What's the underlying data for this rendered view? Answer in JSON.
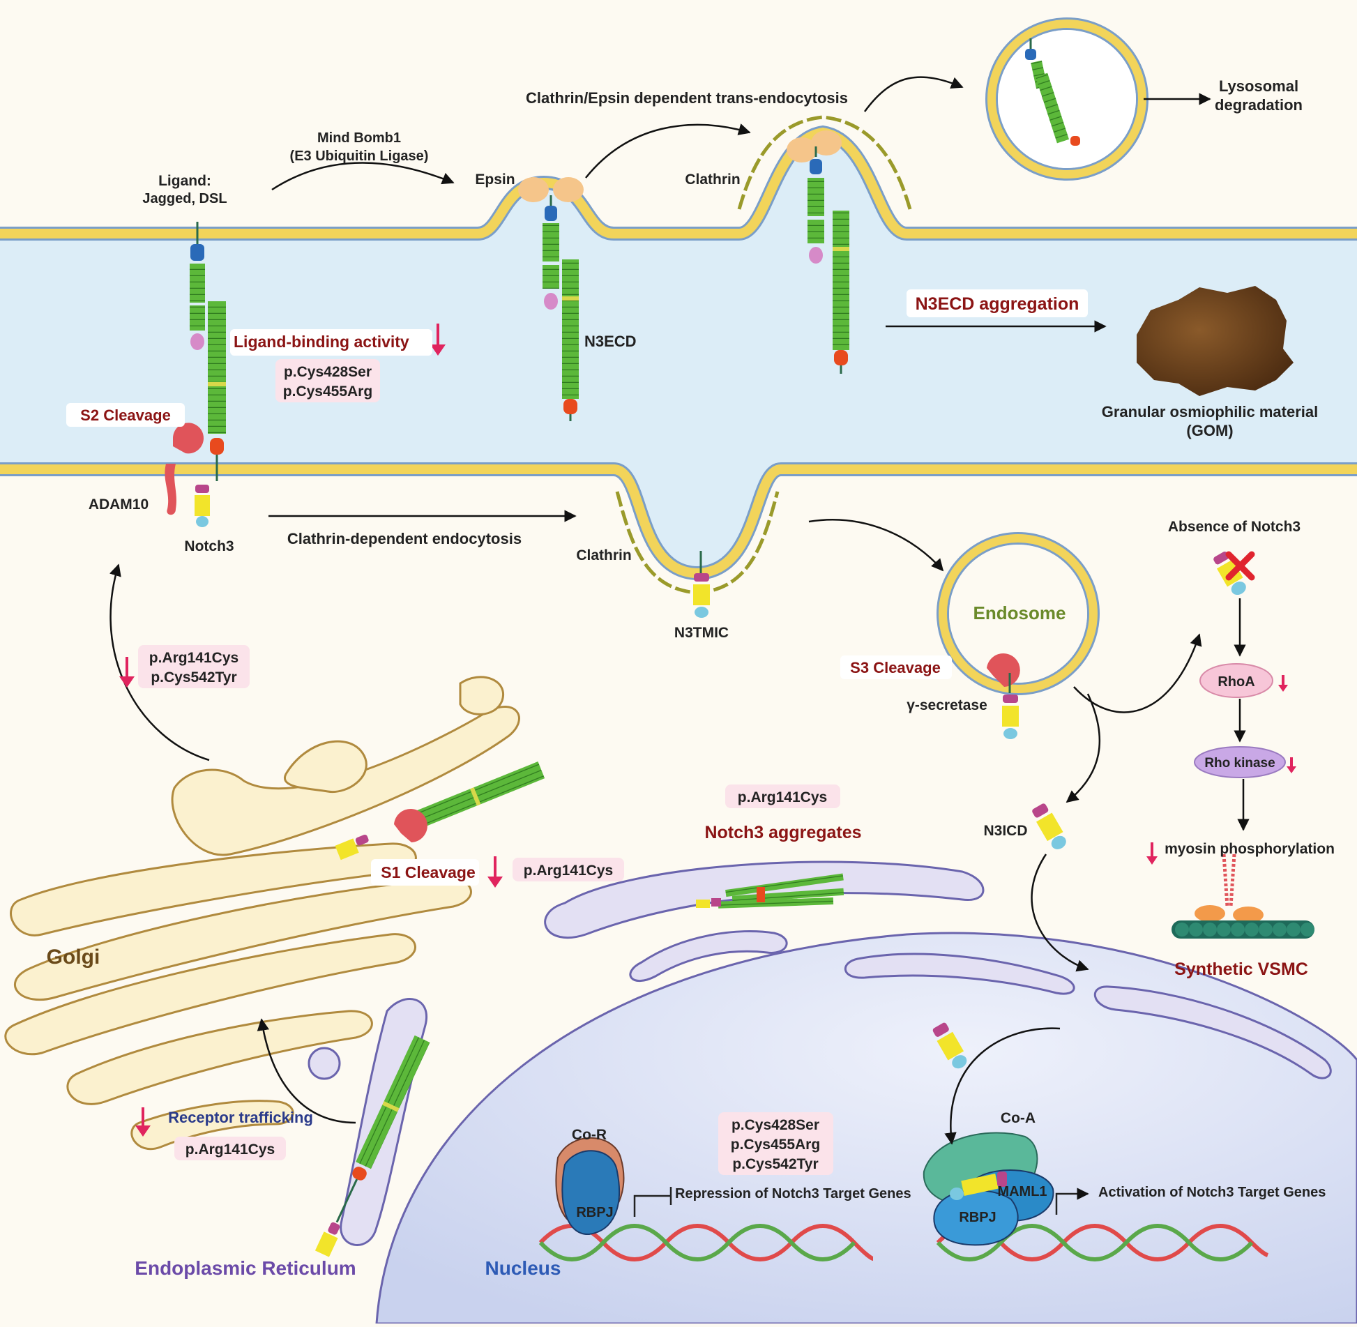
{
  "labels": {
    "ligand_title": "Ligand:",
    "ligand_names": "Jagged, DSL",
    "mib_line1": "Mind Bomb1",
    "mib_line2": "(E3 Ubiquitin Ligase)",
    "epsin": "Epsin",
    "clathrin_top": "Clathrin",
    "trans_endocytosis": "Clathrin/Epsin dependent trans-endocytosis",
    "lyso_line1": "Lysosomal",
    "lyso_line2": "degradation",
    "ligand_binding": "Ligand-binding activity",
    "n3ecd": "N3ECD",
    "n3ecd_aggregation": "N3ECD aggregation",
    "gom_line1": "Granular osmiophilic material",
    "gom_line2": "(GOM)",
    "s2_cleavage": "S2 Cleavage",
    "adam10": "ADAM10",
    "notch3": "Notch3",
    "clathrin_dep_endocytosis": "Clathrin-dependent endocytosis",
    "clathrin_bottom": "Clathrin",
    "n3tmic": "N3TMIC",
    "absence_notch3": "Absence of Notch3",
    "endosome": "Endosome",
    "s3_cleavage": "S3 Cleavage",
    "gamma_secretase": "γ-secretase",
    "rhoa": "RhoA",
    "rho_kinase": "Rho kinase",
    "n3icd": "N3ICD",
    "myosin": "myosin phosphorylation",
    "synthetic_vsmc": "Synthetic VSMC",
    "notch3_aggregates": "Notch3 aggregates",
    "s1_cleavage": "S1 Cleavage",
    "golgi": "Golgi",
    "receptor_trafficking": "Receptor trafficking",
    "co_r": "Co-R",
    "rbpj_left": "RBPJ",
    "repression": "Repression of Notch3 Target Genes",
    "co_a": "Co-A",
    "maml1": "MAML1",
    "rbpj_right": "RBPJ",
    "activation": "Activation of Notch3 Target Genes",
    "er": "Endoplasmic Reticulum",
    "nucleus": "Nucleus"
  },
  "mutations": {
    "ligand_box": [
      "p.Cys428Ser",
      "p.Cys455Arg"
    ],
    "golgi_box": [
      "p.Arg141Cys",
      "p.Cys542Tyr"
    ],
    "aggregates_box": "p.Arg141Cys",
    "s1_box": "p.Arg141Cys",
    "trafficking_box": "p.Arg141Cys",
    "nucleus_box": [
      "p.Cys428Ser",
      "p.Cys455Arg",
      "p.Cys542Tyr"
    ]
  },
  "colors": {
    "membrane": "#f2d45a",
    "membrane_edge": "#7a9ec8",
    "intercell": "#dcedf7",
    "egf_green": "#5cb83a",
    "accent_red": "#8b1414",
    "down_arrow": "#e0245e",
    "mutation_bg": "#fbe3ea",
    "golgi_outline": "#b08a3e",
    "er_outline": "#6a64ad",
    "endosome_label": "#6a8a2a",
    "nucleus_label": "#2d5ab5",
    "er_label": "#6b4aa8"
  }
}
